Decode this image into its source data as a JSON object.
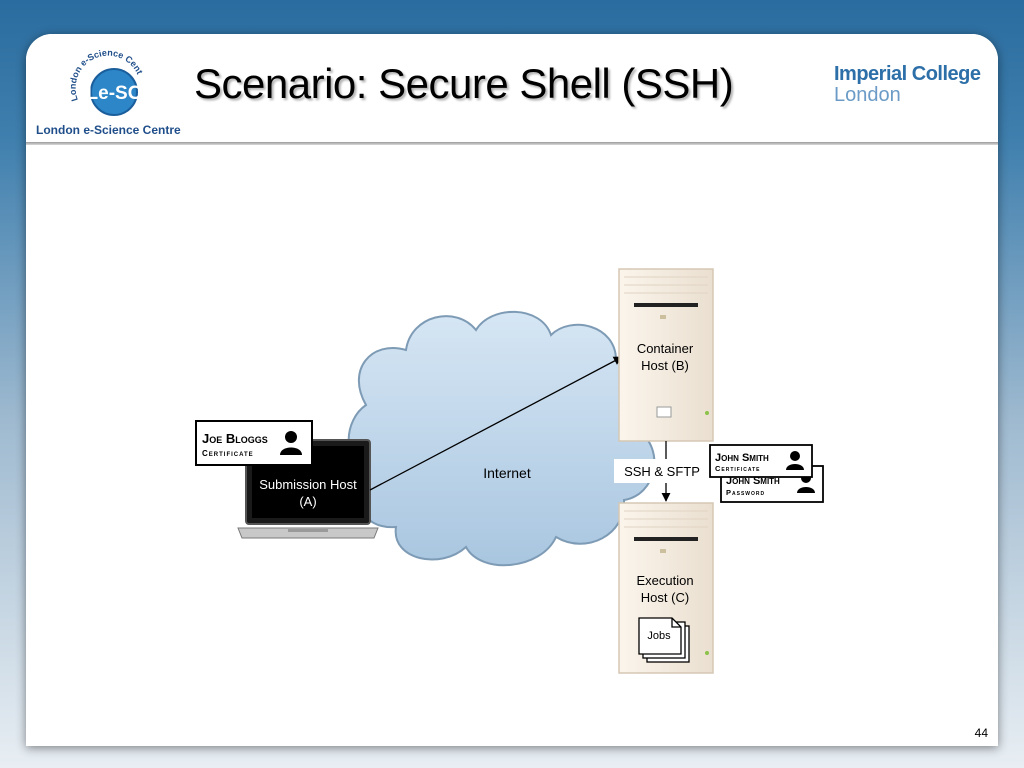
{
  "slide": {
    "title": "Scenario: Secure Shell (SSH)",
    "page_number": "44"
  },
  "logos": {
    "lesc": {
      "text": "Le-SC",
      "ring_text": "London e-Science Centre",
      "caption": "London e-Science Centre"
    },
    "imperial": {
      "line1": "Imperial College",
      "line2": "London"
    }
  },
  "diagram": {
    "submission_host": {
      "line1": "Submission Host",
      "line2": "(A)"
    },
    "joe_certificate": {
      "name": "Joe Bloggs",
      "type": "Certificate"
    },
    "cloud_label": "Internet",
    "container_host": {
      "line1": "Container",
      "line2": "Host (B)"
    },
    "execution_host": {
      "line1": "Execution",
      "line2": "Host (C)"
    },
    "connection_label": "SSH & SFTP",
    "john_certificate": {
      "name": "John Smith",
      "type": "Certificate"
    },
    "john_password": {
      "name": "John Smith",
      "type": "Password"
    },
    "jobs_label": "Jobs"
  },
  "colors": {
    "accent_blue": "#2d6fa8",
    "cloud_fill": "#bdd5ea",
    "server_fill": "#f6eee4"
  }
}
